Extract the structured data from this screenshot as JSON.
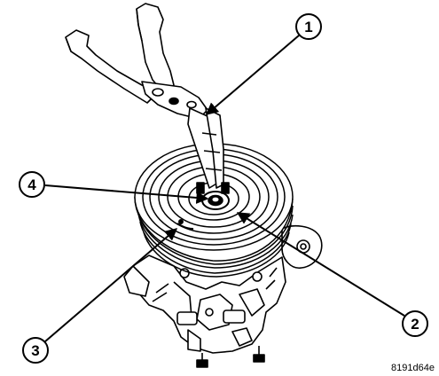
{
  "figure": {
    "code": "8191d64e",
    "callouts": [
      {
        "id": "1",
        "label": "1"
      },
      {
        "id": "2",
        "label": "2"
      },
      {
        "id": "3",
        "label": "3"
      },
      {
        "id": "4",
        "label": "4"
      }
    ]
  },
  "colors": {
    "ink": "#000000",
    "paper": "#ffffff",
    "shade": "#d9d9d9"
  }
}
